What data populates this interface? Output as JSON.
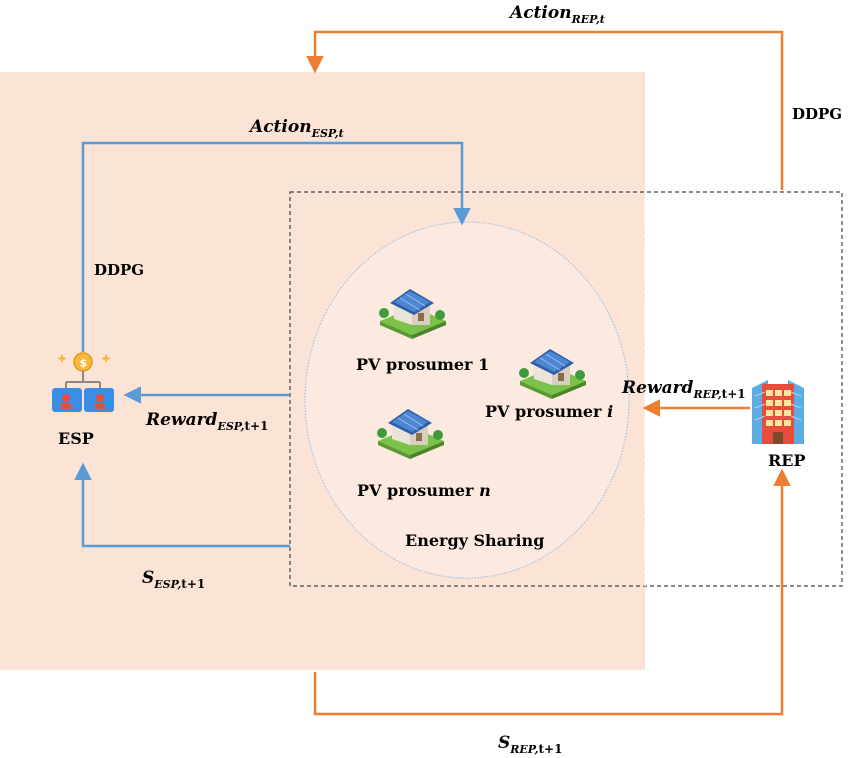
{
  "colors": {
    "esp_region": "#fbe3d6",
    "blue_arrow": "#5b9bd5",
    "orange_arrow": "#ed7d31",
    "dash_border": "#444444",
    "ellipse": "#9dc3e6",
    "text": "#000000"
  },
  "labels": {
    "action_rep": {
      "base": "Action",
      "sub": "REP,t"
    },
    "action_esp": {
      "base": "Action",
      "sub": "ESP,t"
    },
    "ddpg_rep": "DDPG",
    "ddpg_esp": "DDPG",
    "reward_esp": {
      "base": "Reward",
      "sub": "ESP,",
      "sub2": "t+1"
    },
    "reward_rep": {
      "base": "Reward",
      "sub": "REP,",
      "sub2": "t+1"
    },
    "s_esp": {
      "base": "S",
      "sub": "ESP,",
      "sub2": "t+1"
    },
    "s_rep": {
      "base": "S",
      "sub": "REP,",
      "sub2": "t+1"
    },
    "esp": "ESP",
    "rep": "REP",
    "energy_sharing": "Energy Sharing"
  },
  "prosumers": [
    {
      "prefix": "PV prosumer ",
      "suffix": "1"
    },
    {
      "prefix": "PV prosumer ",
      "suffix": "i"
    },
    {
      "prefix": "PV prosumer ",
      "suffix": "n"
    }
  ],
  "icons": {
    "esp": "coin-network-icon",
    "rep": "building-icon",
    "house": "solar-house-icon"
  }
}
